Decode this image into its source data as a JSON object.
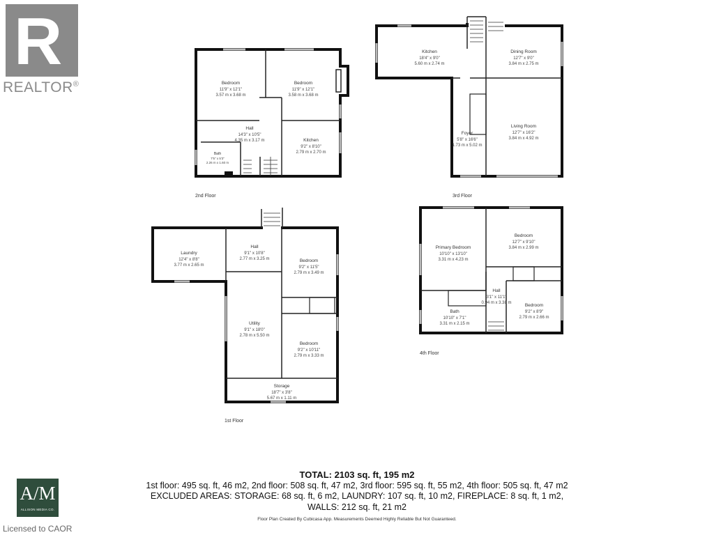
{
  "branding": {
    "realtor_mark": "R",
    "realtor_text": "REALTOR",
    "realtor_reg": "®",
    "am_mark": "A/M",
    "am_sub": "ALLISON MEDIA CO.",
    "licensed": "Licensed to CAOR"
  },
  "floors": {
    "second": {
      "label": "2nd Floor",
      "rooms": [
        {
          "name": "Bedroom",
          "imperial": "11'9\" x 12'1\"",
          "metric": "3.57 m x 3.68 m"
        },
        {
          "name": "Bedroom",
          "imperial": "11'9\" x 12'1\"",
          "metric": "3.58 m x 3.68 m"
        },
        {
          "name": "Hall",
          "imperial": "14'3\" x 10'5\"",
          "metric": "4.35 m x 3.17 m"
        },
        {
          "name": "Kitchen",
          "imperial": "9'2\" x 8'10\"",
          "metric": "2.79 m x 2.70 m"
        },
        {
          "name": "Bath",
          "imperial": "7'5\" x 5'3\"",
          "metric": "2.26 m x 1.60 m"
        }
      ]
    },
    "third": {
      "label": "3rd Floor",
      "rooms": [
        {
          "name": "Kitchen",
          "imperial": "18'4\" x 9'0\"",
          "metric": "5.60 m x 2.74 m"
        },
        {
          "name": "Dining Room",
          "imperial": "12'7\" x 9'0\"",
          "metric": "3.84 m x 2.75 m"
        },
        {
          "name": "Foyer",
          "imperial": "5'8\" x 16'6\"",
          "metric": "1.73 m x 5.02 m"
        },
        {
          "name": "Living Room",
          "imperial": "12'7\" x 16'2\"",
          "metric": "3.84 m x 4.92 m"
        }
      ]
    },
    "first": {
      "label": "1st Floor",
      "rooms": [
        {
          "name": "Laundry",
          "imperial": "12'4\" x 8'8\"",
          "metric": "3.77 m x 2.65 m"
        },
        {
          "name": "Hall",
          "imperial": "9'1\" x 10'8\"",
          "metric": "2.77 m x 3.25 m"
        },
        {
          "name": "Bedroom",
          "imperial": "9'2\" x 11'5\"",
          "metric": "2.79 m x 3.49 m"
        },
        {
          "name": "Utility",
          "imperial": "9'1\" x 18'0\"",
          "metric": "2.78 m x 5.50 m"
        },
        {
          "name": "Bedroom",
          "imperial": "9'2\" x 10'11\"",
          "metric": "2.79 m x 3.33 m"
        },
        {
          "name": "Storage",
          "imperial": "18'7\" x 3'8\"",
          "metric": "5.67 m x 1.11 m"
        }
      ]
    },
    "fourth": {
      "label": "4th Floor",
      "rooms": [
        {
          "name": "Primary Bedroom",
          "imperial": "10'10\" x 13'10\"",
          "metric": "3.31 m x 4.23 m"
        },
        {
          "name": "Bedroom",
          "imperial": "12'7\" x 9'10\"",
          "metric": "3.84 m x 2.99 m"
        },
        {
          "name": "Hall",
          "imperial": "3'1\" x 11'1\"",
          "metric": "0.94 m x 3.38 m"
        },
        {
          "name": "Bath",
          "imperial": "10'10\" x 7'1\"",
          "metric": "3.31 m x 2.15 m"
        },
        {
          "name": "Bedroom",
          "imperial": "9'2\" x 8'9\"",
          "metric": "2.79 m x 2.66 m"
        }
      ]
    }
  },
  "summary": {
    "total": "TOTAL: 2103 sq. ft, 195 m2",
    "line1": "1st floor: 495 sq. ft, 46 m2, 2nd floor: 508 sq. ft, 47 m2, 3rd floor: 595 sq. ft, 55 m2, 4th floor: 505 sq. ft, 47 m2",
    "line2": "EXCLUDED AREAS: STORAGE: 68 sq. ft, 6 m2, LAUNDRY: 107 sq. ft, 10 m2, FIREPLACE: 8 sq. ft, 1 m2,",
    "line3": "WALLS: 212 sq. ft, 21 m2"
  },
  "disclaimer": "Floor Plan Created By Cubicasa App. Measurements Deemed Highly Reliable But Not Guaranteed."
}
